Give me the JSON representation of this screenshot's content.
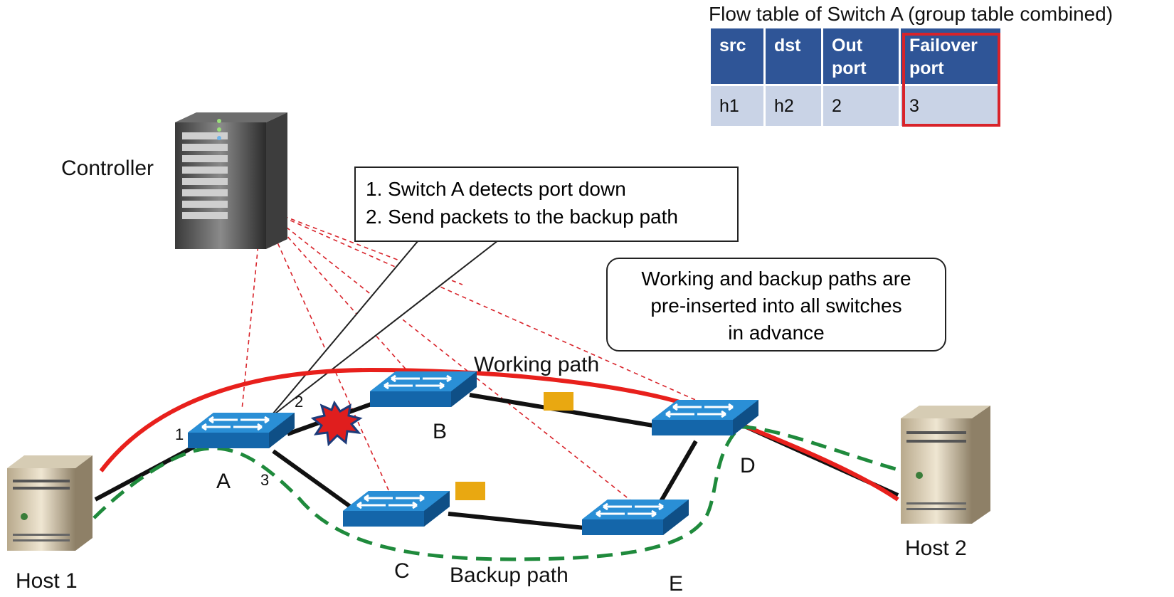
{
  "flow_table": {
    "title": "Flow table of Switch A (group table combined)",
    "headers": [
      "src",
      "dst",
      "Out port",
      "Failover port"
    ],
    "row": [
      "h1",
      "h2",
      "2",
      "3"
    ]
  },
  "callout": {
    "line1": "1. Switch A detects port down",
    "line2": "2. Send packets to the backup path"
  },
  "note": {
    "line1": "Working and backup paths are",
    "line2": "pre-inserted into all switches",
    "line3": "in advance"
  },
  "labels": {
    "controller": "Controller",
    "host1": "Host 1",
    "host2": "Host 2",
    "switch_a": "A",
    "switch_b": "B",
    "switch_c": "C",
    "switch_d": "D",
    "switch_e": "E",
    "working_path": "Working path",
    "backup_path": "Backup path",
    "port1": "1",
    "port2": "2",
    "port3": "3"
  },
  "colors": {
    "switch_blue": "#1f7fc9",
    "working_path": "#e8201c",
    "backup_path": "#1f8a3c",
    "control_link": "#d8232a",
    "table_header": "#2f5597",
    "table_cell": "#c9d3e6",
    "packet": "#e9a811"
  },
  "icons": {
    "controller": "server-tower-icon",
    "host": "server-tower-icon",
    "switch": "network-switch-icon",
    "failure": "link-failure-burst-icon"
  }
}
